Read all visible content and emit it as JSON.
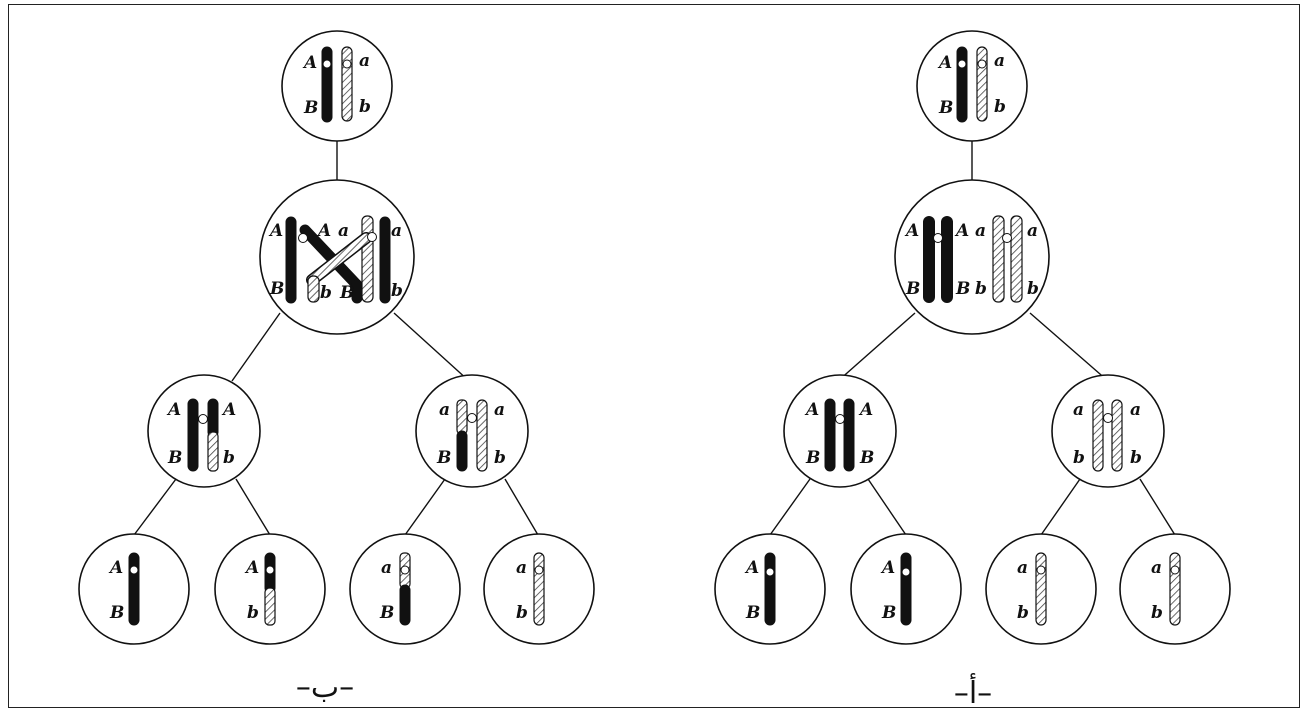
{
  "panels": [
    {
      "caption": "–ب–",
      "top": {
        "left": [
          "A",
          "B"
        ],
        "right": [
          "a",
          "b"
        ]
      },
      "mid": {
        "outer_left": [
          "A",
          "B"
        ],
        "inner_left": [
          "A",
          "B"
        ],
        "inner_right": [
          "a",
          "b"
        ],
        "outer_right": [
          "a",
          "b"
        ]
      },
      "pair_left": {
        "left": [
          "A",
          "B"
        ],
        "right": [
          "A",
          "b"
        ]
      },
      "pair_right": {
        "left": [
          "a",
          "B"
        ],
        "right": [
          "a",
          "b"
        ]
      },
      "gametes": [
        {
          "top": "A",
          "bottom": "B"
        },
        {
          "top": "A",
          "bottom": "b"
        },
        {
          "top": "a",
          "bottom": "B"
        },
        {
          "top": "a",
          "bottom": "b"
        }
      ]
    },
    {
      "caption": "–أ–",
      "top": {
        "left": [
          "A",
          "B"
        ],
        "right": [
          "a",
          "b"
        ]
      },
      "mid": {
        "outer_left": [
          "A",
          "B"
        ],
        "inner_left": [
          "A",
          "B"
        ],
        "inner_right": [
          "a",
          "b"
        ],
        "outer_right": [
          "a",
          "b"
        ]
      },
      "pair_left": {
        "left": [
          "A",
          "B"
        ],
        "right": [
          "A",
          "B"
        ]
      },
      "pair_right": {
        "left": [
          "a",
          "b"
        ],
        "right": [
          "a",
          "b"
        ]
      },
      "gametes": [
        {
          "top": "A",
          "bottom": "B"
        },
        {
          "top": "A",
          "bottom": "B"
        },
        {
          "top": "a",
          "bottom": "b"
        },
        {
          "top": "a",
          "bottom": "b"
        }
      ]
    }
  ],
  "colors": {
    "dominant": "#111111",
    "recessive_hatch": "#444444",
    "line": "#111111"
  }
}
